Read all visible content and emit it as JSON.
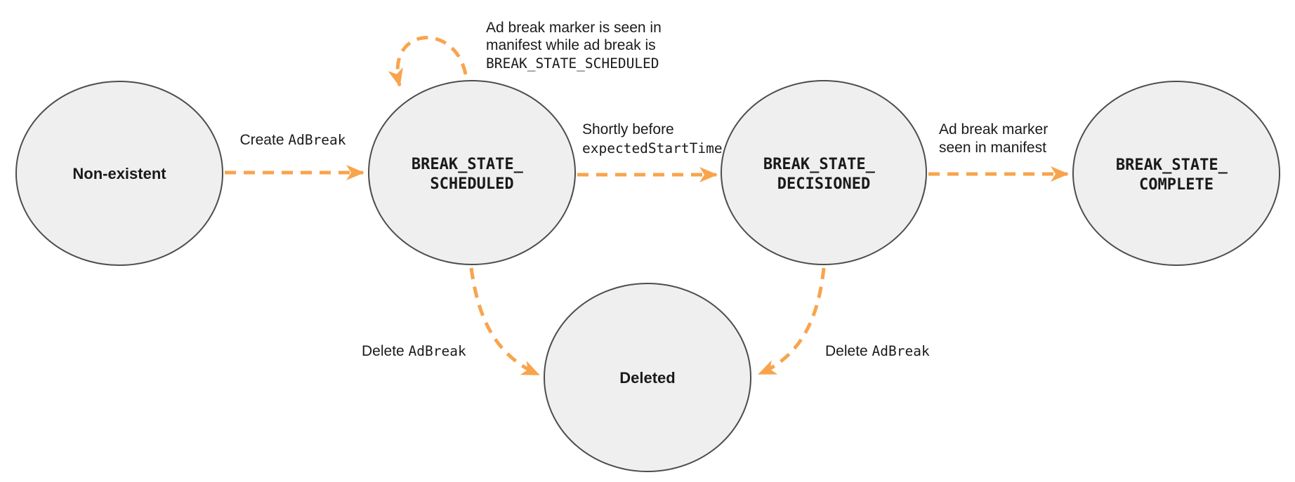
{
  "colors": {
    "arrow": "#F8A44D",
    "node_fill": "#EFEFEF",
    "node_stroke": "#4D4D4D",
    "text": "#1A1A1A",
    "background": "#FFFFFF"
  },
  "states": [
    {
      "id": "non-existent",
      "lines": [
        "Non-existent"
      ]
    },
    {
      "id": "break-state-scheduled",
      "lines": [
        "BREAK_STATE_",
        "SCHEDULED"
      ]
    },
    {
      "id": "break-state-decisioned",
      "lines": [
        "BREAK_STATE_",
        "DECISIONED"
      ]
    },
    {
      "id": "break-state-complete",
      "lines": [
        "BREAK_STATE_",
        "COMPLETE"
      ]
    },
    {
      "id": "deleted",
      "lines": [
        "Deleted"
      ]
    }
  ],
  "edges": [
    {
      "id": "create-adbreak",
      "from": "non-existent",
      "to": "break-state-scheduled",
      "label_parts": [
        {
          "text": "Create "
        },
        {
          "text": "AdBreak",
          "code": true
        }
      ]
    },
    {
      "id": "marker-seen-while-scheduled",
      "from": "break-state-scheduled",
      "to": "break-state-scheduled",
      "label_lines": [
        {
          "text": "Ad break marker is seen in"
        },
        {
          "text": "manifest while ad break is"
        },
        {
          "text": "BREAK_STATE_SCHEDULED",
          "code": true
        }
      ]
    },
    {
      "id": "shortly-before-expected-start",
      "from": "break-state-scheduled",
      "to": "break-state-decisioned",
      "label_lines": [
        {
          "text": "Shortly before"
        },
        {
          "text": "expectedStartTime",
          "code": true
        }
      ]
    },
    {
      "id": "marker-seen-in-manifest",
      "from": "break-state-decisioned",
      "to": "break-state-complete",
      "label_lines": [
        {
          "text": "Ad break marker"
        },
        {
          "text": "seen in manifest"
        }
      ]
    },
    {
      "id": "delete-adbreak-from-scheduled",
      "from": "break-state-scheduled",
      "to": "deleted",
      "label_parts": [
        {
          "text": "Delete "
        },
        {
          "text": "AdBreak",
          "code": true
        }
      ]
    },
    {
      "id": "delete-adbreak-from-decisioned",
      "from": "break-state-decisioned",
      "to": "deleted",
      "label_parts": [
        {
          "text": "Delete "
        },
        {
          "text": "AdBreak",
          "code": true
        }
      ]
    }
  ]
}
